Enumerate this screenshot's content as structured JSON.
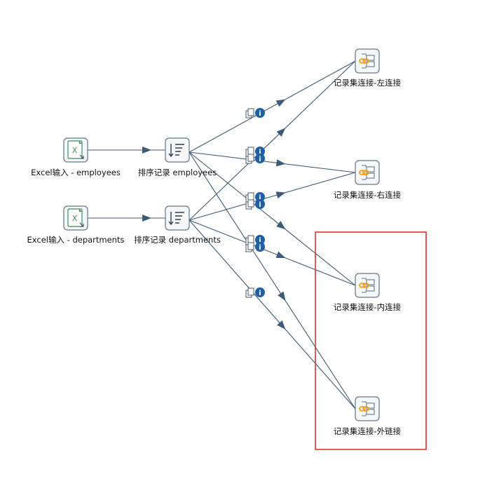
{
  "colors": {
    "hop": "#3d5a78",
    "node_border": "#5d7891",
    "node_fill": "#f5f7f9",
    "excel_icon": "#3f8a5c",
    "join_icon_orange": "#f0a01e",
    "info_badge": "#1f5fa8",
    "highlight": "#e03131"
  },
  "steps": [
    {
      "id": "excel_emp",
      "label": "Excel输入 - employees",
      "icon": "excel-file-icon"
    },
    {
      "id": "excel_dep",
      "label": "Excel输入 - departments",
      "icon": "excel-file-icon"
    },
    {
      "id": "sort_emp",
      "label": "排序记录 employees",
      "icon": "sort-rows-icon"
    },
    {
      "id": "sort_dep",
      "label": "排序记录  departments",
      "icon": "sort-rows-icon"
    },
    {
      "id": "join_left",
      "label": "记录集连接-左连接",
      "icon": "merge-join-icon"
    },
    {
      "id": "join_right",
      "label": "记录集连接-右连接",
      "icon": "merge-join-icon"
    },
    {
      "id": "join_inner",
      "label": "记录集连接-内连接",
      "icon": "merge-join-icon"
    },
    {
      "id": "join_outer",
      "label": "记录集连接-外链接",
      "icon": "merge-join-icon"
    }
  ],
  "hops": [
    {
      "from": "excel_emp",
      "to": "sort_emp"
    },
    {
      "from": "excel_dep",
      "to": "sort_dep"
    },
    {
      "from": "sort_emp",
      "to": "join_left"
    },
    {
      "from": "sort_emp",
      "to": "join_right"
    },
    {
      "from": "sort_emp",
      "to": "join_inner"
    },
    {
      "from": "sort_emp",
      "to": "join_outer"
    },
    {
      "from": "sort_dep",
      "to": "join_left"
    },
    {
      "from": "sort_dep",
      "to": "join_right"
    },
    {
      "from": "sort_dep",
      "to": "join_inner"
    },
    {
      "from": "sort_dep",
      "to": "join_outer"
    }
  ],
  "highlight_box": {
    "contains": [
      "join_inner",
      "join_outer"
    ]
  }
}
